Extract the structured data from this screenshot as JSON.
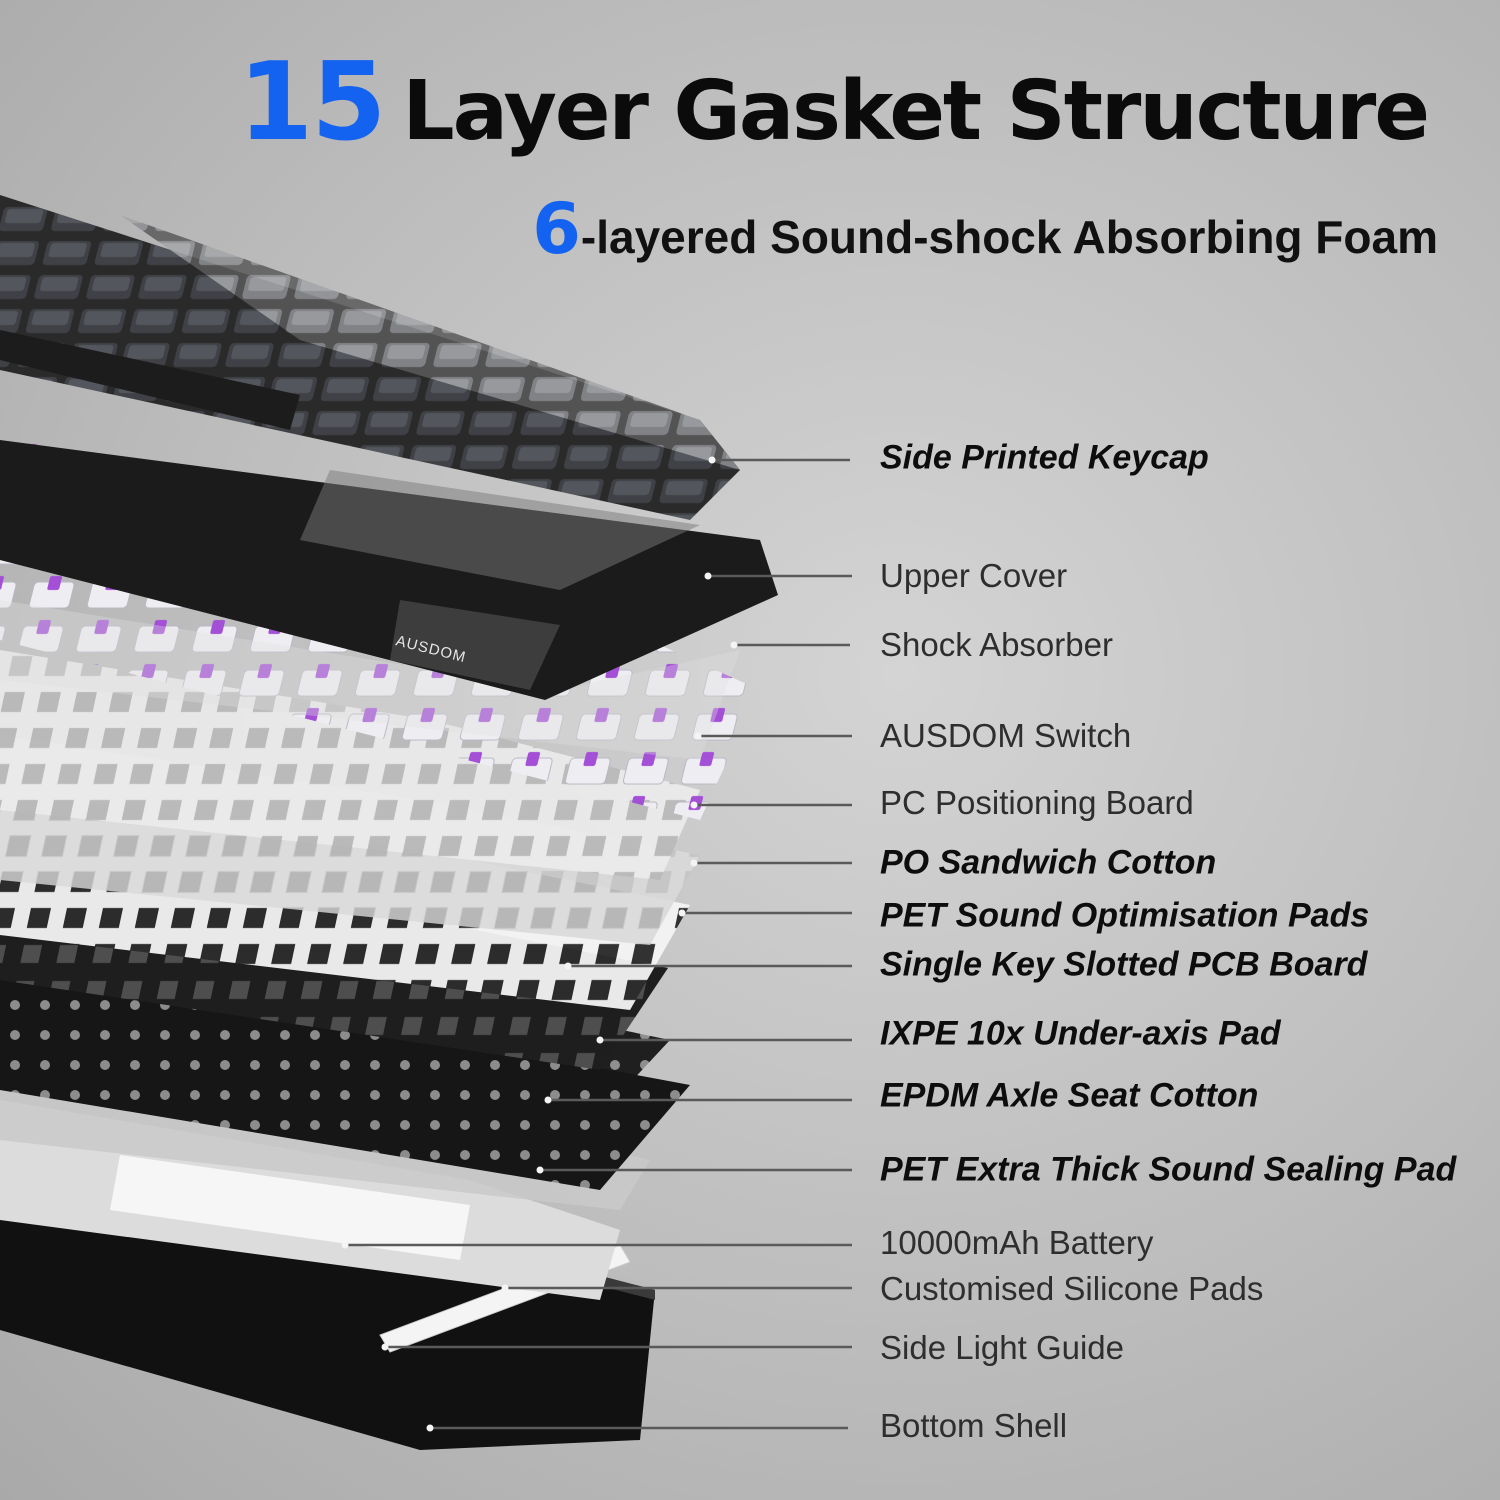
{
  "header": {
    "title_number": "15",
    "title_text": "Layer Gasket Structure",
    "subtitle_number": "6",
    "subtitle_text": "-layered Sound-shock Absorbing Foam"
  },
  "brand_text": "AUSDOM",
  "colors": {
    "accent": "#1463f0",
    "switch_stem": "#a34fd6",
    "text_dark": "#0d0d0d",
    "text_gray": "#2e2e2e"
  },
  "layers": [
    {
      "name": "Side Printed Keycap",
      "bold": true
    },
    {
      "name": "Upper Cover",
      "bold": false
    },
    {
      "name": "Shock Absorber",
      "bold": false
    },
    {
      "name": "AUSDOM Switch",
      "bold": false
    },
    {
      "name": "PC Positioning Board",
      "bold": false
    },
    {
      "name": "PO Sandwich Cotton",
      "bold": true
    },
    {
      "name": "PET Sound Optimisation Pads",
      "bold": true
    },
    {
      "name": "Single Key Slotted PCB Board",
      "bold": true
    },
    {
      "name": "IXPE 10x Under-axis Pad",
      "bold": true
    },
    {
      "name": "EPDM Axle Seat Cotton",
      "bold": true
    },
    {
      "name": "PET Extra Thick Sound Sealing Pad",
      "bold": true
    },
    {
      "name": "10000mAh Battery",
      "bold": false
    },
    {
      "name": "Customised Silicone Pads",
      "bold": false
    },
    {
      "name": "Side Light Guide",
      "bold": false
    },
    {
      "name": "Bottom Shell",
      "bold": false
    }
  ]
}
